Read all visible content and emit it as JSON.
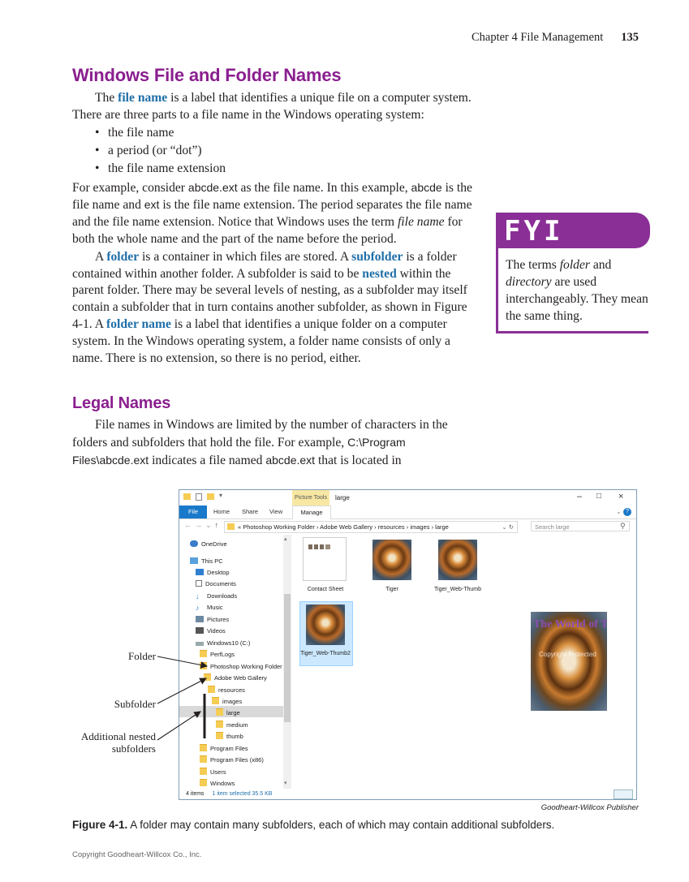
{
  "header": {
    "chapter": "Chapter 4  File Management",
    "page_number": "135"
  },
  "section1": {
    "title": "Windows File and Folder Names",
    "p1_a": "The ",
    "p1_term": "file name",
    "p1_b": " is a label that identifies a unique file on a computer system. There are three parts to a file name in the Windows operating system:",
    "bullets": [
      "the file name",
      "a period (or “dot”)",
      "the file name extension"
    ],
    "p2_a": "For example, consider ",
    "p2_code1": "abcde.ext",
    "p2_b": " as the file name. In this example, ",
    "p2_code2": "abcde",
    "p2_c": " is the file name and ",
    "p2_code3": "ext",
    "p2_d": " is the file name extension. The period separates the file name and the file name extension. Notice that Windows uses the term ",
    "p2_em": "file name",
    "p2_e": " for both the whole name and the part of the name before the period.",
    "p3_a": "A ",
    "p3_term1": "folder",
    "p3_b": " is a container in which files are stored. A ",
    "p3_term2": "subfolder",
    "p3_c": " is a folder contained within another folder. A subfolder is said to be ",
    "p3_term3": "nested",
    "p3_d": " within the parent folder. There may be several levels of nesting, as a subfolder may itself contain a subfolder that in turn contains another subfolder, as shown in Figure 4-1. A ",
    "p3_term4": "folder name",
    "p3_e": " is a label that identifies a unique folder on a computer system. In the Windows operating system, a folder name consists of only a name. There is no extension, so there is no period, either."
  },
  "section2": {
    "title": "Legal Names",
    "p1_a": "File names in Windows are limited by the number of characters in the folders and subfolders that hold the file. For example, ",
    "p1_code1": "C:\\Program Files\\abcde.ext",
    "p1_b": " indicates a file named ",
    "p1_code2": "abcde.ext",
    "p1_c": " that is located in"
  },
  "fyi": {
    "label": "FYI",
    "text_a": "The terms ",
    "em1": "folder",
    "text_b": " and ",
    "em2": "directory",
    "text_c": " are used interchangeably. They mean the same thing."
  },
  "explorer": {
    "picture_tools": "Picture Tools",
    "window_title": "large",
    "tabs": [
      "File",
      "Home",
      "Share",
      "View",
      "Manage"
    ],
    "address": "«  Photoshop Working Folder  ›  Adobe Web Gallery  ›  resources  ›  images  ›  large",
    "search_placeholder": "Search large",
    "nav": [
      "OneDrive",
      "This PC",
      "Desktop",
      "Documents",
      "Downloads",
      "Music",
      "Pictures",
      "Videos",
      "Windows10 (C:)",
      "PerfLogs",
      "Photoshop Working Folder",
      "Adobe Web Gallery",
      "resources",
      "images",
      "large",
      "medium",
      "thumb",
      "Program Files",
      "Program Files (x86)",
      "Users",
      "Windows"
    ],
    "files": [
      "Contact Sheet",
      "Tiger",
      "Tiger_Web-Thumb",
      "Tiger_Web-Thumb2"
    ],
    "preview_watermark": "The World of Tigers",
    "preview_watermark2": "Copyright Protected",
    "status_items": "4 items",
    "status_selected": "1 item selected  35.5 KB"
  },
  "callouts": {
    "folder": "Folder",
    "subfolder": "Subfolder",
    "nested_1": "Additional nested",
    "nested_2": "subfolders"
  },
  "figure": {
    "credit": "Goodheart-Willcox Publisher",
    "label": "Figure 4-1.",
    "caption": " A folder may contain many subfolders, each of which may contain additional subfolders."
  },
  "footer": {
    "copyright": "Copyright Goodheart-Willcox Co., Inc."
  },
  "colors": {
    "heading": "#8a1f8f",
    "term": "#1f6fa8",
    "fyi": "#8a2f96"
  }
}
